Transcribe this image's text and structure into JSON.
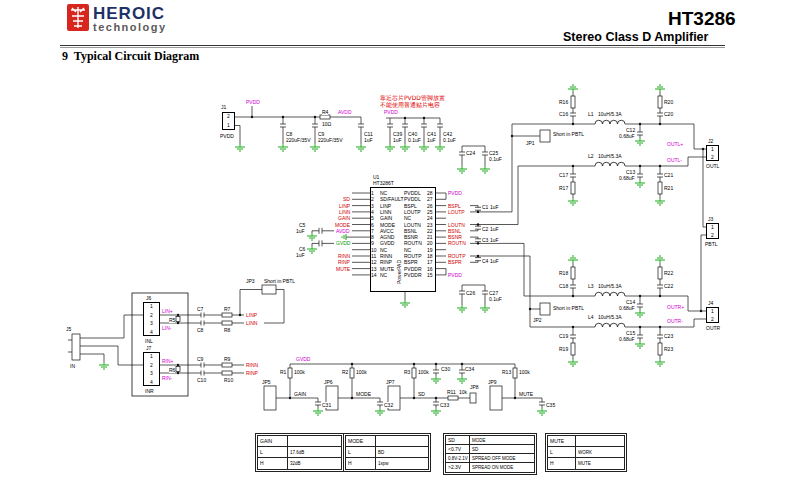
{
  "diagram": {
    "title": "9  Typical Circuit Diagram",
    "nodes": [
      {
        "text": [
          "2",
          "1"
        ]
      },
      {
        "text": [
          "U1",
          "HT3286T"
        ]
      },
      {
        "text": [
          "1",
          "2"
        ]
      },
      {
        "text": [
          "1",
          "2"
        ]
      },
      {
        "text": [
          "1",
          "2",
          "3",
          "4"
        ]
      },
      {
        "text": [
          "1",
          "2",
          "3",
          "4"
        ]
      },
      {
        "text": [
          "1",
          "2"
        ]
      },
      {
        "text": [
          "GAIN",
          "L",
          "17.6dB",
          "H",
          "32dB"
        ]
      },
      {
        "text": [
          "MODE",
          "L",
          "BD",
          "H",
          "1spw"
        ]
      },
      {
        "text": [
          "SD",
          "MODE",
          "<0.7V",
          "SD",
          "0.8V-2.1V",
          "SPREAD OFF MODE",
          ">2.3V",
          "SPREAD ON MODE"
        ]
      },
      {
        "text": [
          "MUTE",
          "L",
          "WORK",
          "H",
          "MUTE"
        ]
      }
    ],
    "labels": [
      "HEROIC",
      "technology",
      "HT3286",
      "Stereo Class D Amplifier",
      "J1",
      "PVDD",
      "PVDD",
      "R4",
      "10Ω",
      "AVDD",
      "C8",
      "220uF/35V",
      "C9",
      "220uF/35V",
      "C11",
      "1uF",
      "靠近芯片PVDD管脚放置",
      "不能使用普通贴片电容",
      "PVDD",
      "C39",
      "1uF",
      "C40",
      "0.1uF",
      "C41",
      "1uF",
      "C42",
      "0.1uF",
      "1",
      "NC",
      "PVDDL",
      "28",
      "2",
      "SD/FAULT",
      "PVDDL",
      "27",
      "3",
      "LINP",
      "BSPL",
      "26",
      "4",
      "LINN",
      "LOUTP",
      "25",
      "5",
      "GAIN",
      "NC",
      "24",
      "6",
      "MODE",
      "LOUTN",
      "23",
      "7",
      "AVCC",
      "BSNL",
      "22",
      "8",
      "AGND",
      "BSNR",
      "21",
      "9",
      "GVDD",
      "ROUTN",
      "20",
      "10",
      "NC",
      "NC",
      "19",
      "11",
      "RINN",
      "ROUTP",
      "18",
      "12",
      "RINP",
      "BSPR",
      "17",
      "13",
      "MUTE",
      "PVDDR",
      "16",
      "14",
      "NC",
      "PVDDR",
      "15",
      "PowerPAD",
      "SD",
      "LINP",
      "LINN",
      "GAIN",
      "MODE",
      "AVDD",
      "GVDD",
      "RINN",
      "RINP",
      "MUTE",
      "PVDD",
      "BSPL",
      "LOUTP",
      "LOUTN",
      "BSNL",
      "BSNR",
      "ROUTN",
      "ROUTP",
      "BSPR",
      "PVDD",
      "C5",
      "1uF",
      "C6",
      "1uF",
      "C1",
      "1uF",
      "C2",
      "1uF",
      "C3",
      "1uF",
      "C4",
      "1uF",
      "C24",
      "C25",
      "0.1uF",
      "C26",
      "C27",
      "0.1uF",
      "L1",
      "10uH/5.3A",
      "L2",
      "10uH/5.3A",
      "L3",
      "10uH/5.3A",
      "L4",
      "10uH/5.3A",
      "C16",
      "R16",
      "C17",
      "R17",
      "C18",
      "R18",
      "C19",
      "R19",
      "R20",
      "C20",
      "C21",
      "R21",
      "R22",
      "C22",
      "C23",
      "R23",
      "C12",
      "0.68uF",
      "C13",
      "0.68uF",
      "C14",
      "0.68uF",
      "C15",
      "0.68uF",
      "OUTL+",
      "OUTL-",
      "J2",
      "OUTL",
      "J3",
      "PBTL",
      "OUTR+",
      "OUTR-",
      "J4",
      "OUTR",
      "JP1",
      "Short in PBTL",
      "JP2",
      "Short in PBTL",
      "JP3",
      "Short in PBTL",
      "J5",
      "IN",
      "J6",
      "LIN+",
      "LIN-",
      "R5",
      "C7",
      "C8",
      "R7",
      "R8",
      "LINP",
      "LINN",
      "INL",
      "J7",
      "RIN+",
      "RIN-",
      "R6",
      "C9",
      "C10",
      "R9",
      "R10",
      "RINN",
      "RINP",
      "INR",
      "GVDD",
      "R1",
      "100k",
      "JP5",
      "GAIN",
      "C31",
      "R2",
      "100k",
      "JP6",
      "MODE",
      "C32",
      "R3",
      "100k",
      "JP7",
      "SD",
      "C33",
      "C30",
      "C34",
      "R11",
      "10k",
      "JP8",
      "R13",
      "100k",
      "JP9",
      "MUTE",
      "C35"
    ]
  }
}
